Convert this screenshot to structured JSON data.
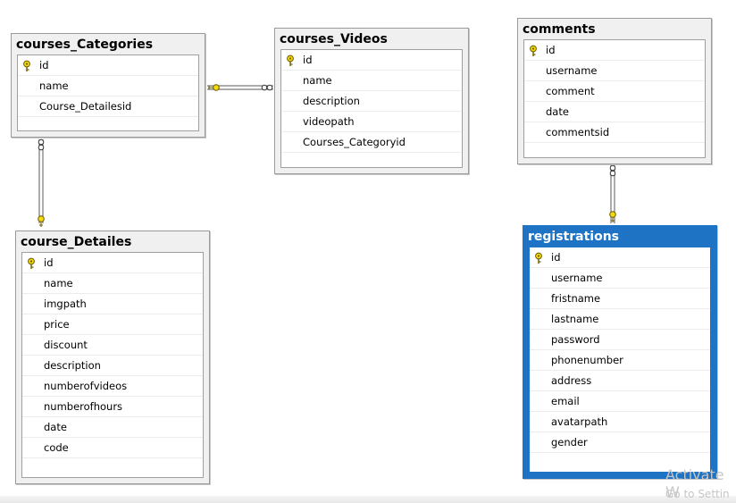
{
  "tables": {
    "courses_categories": {
      "title": "courses_Categories",
      "columns": [
        "id",
        "name",
        "Course_Detailesid"
      ]
    },
    "courses_videos": {
      "title": "courses_Videos",
      "columns": [
        "id",
        "name",
        "description",
        "videopath",
        "Courses_Categoryid"
      ]
    },
    "comments": {
      "title": "comments",
      "columns": [
        "id",
        "username",
        "comment",
        "date",
        "commentsid"
      ]
    },
    "course_detailes": {
      "title": "course_Detailes",
      "columns": [
        "id",
        "name",
        "imgpath",
        "price",
        "discount",
        "description",
        "numberofvideos",
        "numberofhours",
        "date",
        "code"
      ]
    },
    "registrations": {
      "title": "registrations",
      "columns": [
        "id",
        "username",
        "fristname",
        "lastname",
        "password",
        "phonenumber",
        "address",
        "email",
        "avatarpath",
        "gender"
      ]
    }
  },
  "watermark": {
    "line1": "Activate W",
    "line2": "Go to Settin"
  },
  "colors": {
    "selected_header": "#1e73c4",
    "key_icon": "#f5d90a",
    "connector": "#5a5a5a"
  }
}
